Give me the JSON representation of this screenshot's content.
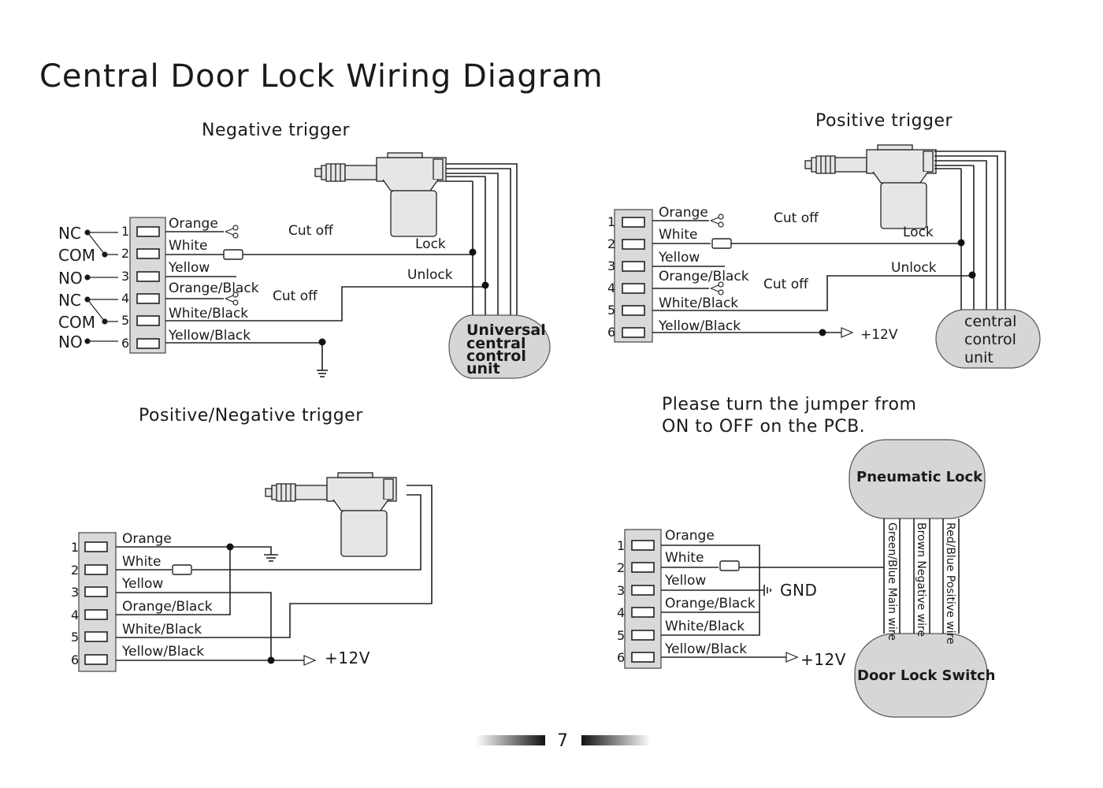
{
  "title": "Central Door Lock Wiring Diagram",
  "page_number": "7",
  "negative": {
    "heading": "Negative trigger",
    "pins": [
      "1",
      "2",
      "3",
      "4",
      "5",
      "6"
    ],
    "wires": [
      "Orange",
      "White",
      "Yellow",
      "Orange/Black",
      "White/Black",
      "Yellow/Black"
    ],
    "side_labels": [
      "NC",
      "COM",
      "NO",
      "NC",
      "COM",
      "NO"
    ],
    "cut_off_1": "Cut off",
    "cut_off_2": "Cut off",
    "lock": "Lock",
    "unlock": "Unlock",
    "unit": [
      "Universal",
      "central",
      "control",
      "unit"
    ]
  },
  "positive": {
    "heading": "Positive trigger",
    "pins": [
      "1",
      "2",
      "3",
      "4",
      "5",
      "6"
    ],
    "wires": [
      "Orange",
      "White",
      "Yellow",
      "Orange/Black",
      "White/Black",
      "Yellow/Black"
    ],
    "cut_off_1": "Cut off",
    "cut_off_2": "Cut off",
    "lock": "Lock",
    "unlock": "Unlock",
    "v12": "+12V",
    "unit": [
      "central",
      "control",
      "unit"
    ]
  },
  "posneg": {
    "heading": "Positive/Negative  trigger",
    "pins": [
      "1",
      "2",
      "3",
      "4",
      "5",
      "6"
    ],
    "wires": [
      "Orange",
      "White",
      "Yellow",
      "Orange/Black",
      "White/Black",
      "Yellow/Black"
    ],
    "v12": "+12V"
  },
  "pneumatic": {
    "note": [
      "Please turn the jumper from",
      "ON to OFF on the PCB."
    ],
    "pins": [
      "1",
      "2",
      "3",
      "4",
      "5",
      "6"
    ],
    "wires": [
      "Orange",
      "White",
      "Yellow",
      "Orange/Black",
      "White/Black",
      "Yellow/Black"
    ],
    "gnd": "GND",
    "v12": "+12V",
    "lock_box": "Pneumatic Lock",
    "switch_box": "Door Lock Switch",
    "vertical": [
      "Green/Blue  Main wire",
      "Brown   Negative wire",
      "Red/Blue  Positive wire"
    ]
  }
}
